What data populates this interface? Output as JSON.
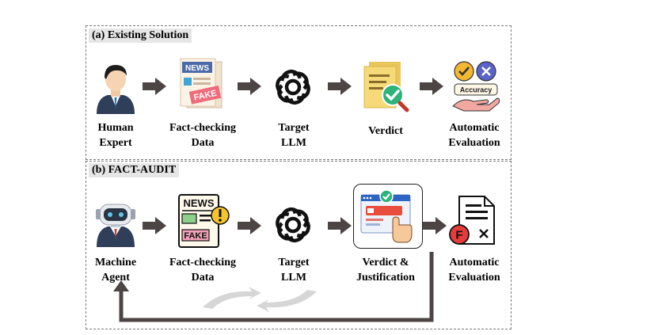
{
  "panel_a": {
    "title": "(a) Existing Solution",
    "steps": [
      {
        "line1": "Human",
        "line2": "Expert",
        "icon": "human-expert-icon"
      },
      {
        "line1": "Fact-checking",
        "line2": "Data",
        "icon": "fake-news-icon"
      },
      {
        "line1": "Target",
        "line2": "LLM",
        "icon": "openai-logo-icon"
      },
      {
        "line1": "Verdict",
        "line2": "",
        "icon": "verdict-document-icon"
      },
      {
        "line1": "Automatic",
        "line2": "Evaluation",
        "icon": "accuracy-hand-icon"
      }
    ],
    "accuracy_text": "Accuracy",
    "news_text": "NEWS",
    "fake_text": "FAKE"
  },
  "panel_b": {
    "title": "(b) FACT-AUDIT",
    "steps": [
      {
        "line1": "Machine",
        "line2": "Agent",
        "icon": "robot-agent-icon"
      },
      {
        "line1": "Fact-checking",
        "line2": "Data",
        "icon": "fake-news-icon"
      },
      {
        "line1": "Target",
        "line2": "LLM",
        "icon": "openai-logo-icon"
      },
      {
        "line1": "Verdict &",
        "line2": "Justification",
        "icon": "verdict-justification-icon"
      },
      {
        "line1": "Automatic",
        "line2": "Evaluation",
        "icon": "f-grade-document-icon"
      }
    ],
    "news_text": "NEWS",
    "fake_text": "FAKE",
    "grade_text": "F"
  },
  "colors": {
    "arrow": "#4d4444",
    "feedback_line": "#4d4444",
    "title_bg": "#e6e6e6",
    "panel_border": "#7a7a7a"
  }
}
